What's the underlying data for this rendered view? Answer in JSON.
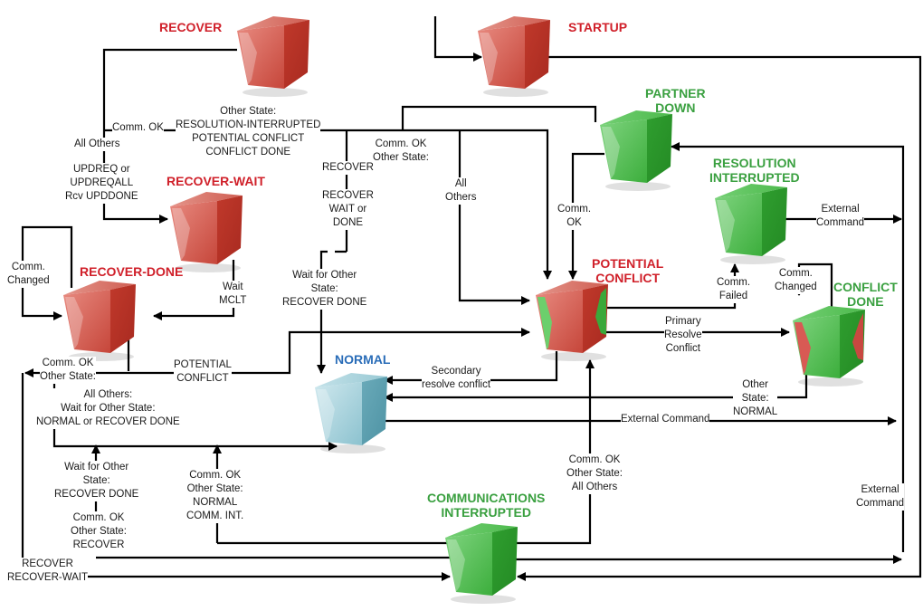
{
  "colors": {
    "red_state": "#d0202a",
    "green_state": "#3aa040",
    "blue_state": "#2a6db8",
    "connector": "#000000"
  },
  "states": {
    "recover": "RECOVER",
    "startup": "STARTUP",
    "partner_down": "PARTNER\nDOWN",
    "recover_wait": "RECOVER-WAIT",
    "resolution_interrupted": "RESOLUTION\nINTERRUPTED",
    "recover_done": "RECOVER-DONE",
    "potential_conflict": "POTENTIAL\nCONFLICT",
    "conflict_done": "CONFLICT\nDONE",
    "normal": "NORMAL",
    "communications_interrupted": "COMMUNICATIONS\nINTERRUPTED"
  },
  "transitions": {
    "other_state_resolution": "Other State:\nRESOLUTION-INTERRUPTED\nPOTENTIAL CONFLICT\nCONFLICT DONE",
    "comm_ok_1": "Comm. OK",
    "all_others_1": "All Others",
    "updreq": "UPDREQ or\nUPDREQALL\nRcv UPDDONE",
    "comm_ok_other_state_1": "Comm. OK\nOther State:",
    "recover_1": "RECOVER",
    "recover_wait_or_done": "RECOVER\nWAIT or\nDONE",
    "all_others_2": "All\nOthers",
    "wait_for_recover_done_1": "Wait for Other\nState:\nRECOVER DONE",
    "comm_ok_2": "Comm.\nOK",
    "external_command_1": "External\nCommand",
    "comm_changed_1": "Comm.\nChanged",
    "wait_mclt": "Wait\nMCLT",
    "comm_failed": "Comm.\nFailed",
    "comm_changed_2": "Comm.\nChanged",
    "primary_resolve": "Primary\nResolve\nConflict",
    "comm_ok_other_state_2": "Comm. OK\nOther State:",
    "potential_conflict_lbl": "POTENTIAL\nCONFLICT",
    "secondary_resolve": "Secondary\nresolve conflict",
    "other_state_normal": "Other\nState:\nNORMAL",
    "all_others_wait": "All Others:\nWait for Other State:\nNORMAL or RECOVER DONE",
    "external_command_2": "External Command",
    "wait_for_recover_done_2": "Wait for Other\nState:\nRECOVER DONE",
    "comm_ok_normal_commint": "Comm. OK\nOther State:\nNORMAL\nCOMM. INT.",
    "comm_ok_all_others": "Comm. OK\nOther State:\nAll Others",
    "external_command_3": "External\nCommand",
    "comm_ok_recover": "Comm. OK\nOther State:\nRECOVER",
    "recover_recover_wait": "RECOVER\nRECOVER-WAIT"
  }
}
